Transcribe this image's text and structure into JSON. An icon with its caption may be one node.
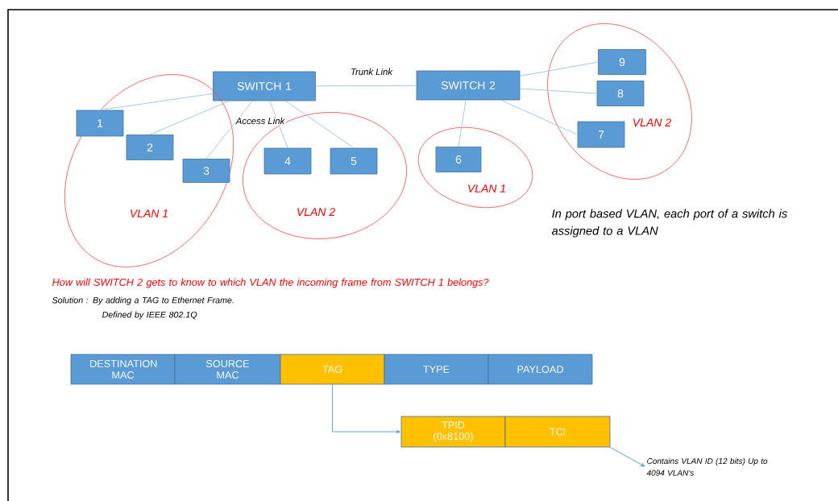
{
  "diagram": {
    "nodes": [
      {
        "text": [
          "SWITCH 1"
        ]
      },
      {
        "text": [
          "SWITCH 2"
        ]
      },
      {
        "text": [
          "VLAN 1"
        ]
      },
      {
        "text": [
          "1"
        ],
        "in": 2
      },
      {
        "text": [
          "2"
        ],
        "in": 2
      },
      {
        "text": [
          "3"
        ],
        "in": 2
      },
      {
        "text": [
          "VLAN 2"
        ]
      },
      {
        "text": [
          "4"
        ],
        "in": 6
      },
      {
        "text": [
          "5"
        ],
        "in": 6
      },
      {
        "text": [
          "VLAN 1"
        ]
      },
      {
        "text": [
          "6"
        ],
        "in": 9
      },
      {
        "text": [
          "VLAN 2"
        ]
      },
      {
        "text": [
          "9"
        ],
        "in": 11
      },
      {
        "text": [
          "8"
        ],
        "in": 11
      },
      {
        "text": [
          "7"
        ],
        "in": 11
      },
      {
        "text": [
          "DESTINATION MAC"
        ]
      },
      {
        "text": [
          "SOURCE MAC"
        ]
      },
      {
        "text": [
          "TAG"
        ]
      },
      {
        "text": [
          "TYPE"
        ]
      },
      {
        "text": [
          "PAYLOAD"
        ]
      },
      {
        "text": [
          "TPID (0x8100)"
        ]
      },
      {
        "text": [
          "TCI"
        ]
      },
      {
        "text": [
          "Contains VLAN ID (12 bits) Up to 4094 VLAN's"
        ]
      }
    ],
    "edges": [
      {
        "from": 0,
        "to": 1,
        "arrow": "none",
        "label": "Trunk Link"
      },
      {
        "from": 0,
        "to": 3,
        "arrow": "none"
      },
      {
        "from": 0,
        "to": 4,
        "arrow": "none"
      },
      {
        "from": 0,
        "to": 5,
        "arrow": "none"
      },
      {
        "from": 0,
        "to": 7,
        "arrow": "none",
        "label": "Access Link"
      },
      {
        "from": 0,
        "to": 8,
        "arrow": "none"
      },
      {
        "from": 1,
        "to": 10,
        "arrow": "none"
      },
      {
        "from": 1,
        "to": 12,
        "arrow": "none"
      },
      {
        "from": 1,
        "to": 13,
        "arrow": "none"
      },
      {
        "from": 1,
        "to": 14,
        "arrow": "none"
      },
      {
        "from": 17,
        "to": 20,
        "arrow": "to"
      },
      {
        "from": 21,
        "to": 22,
        "arrow": "to"
      }
    ],
    "labels": [
      "In port based VLAN, each port of a switch is assigned to a VLAN",
      "How will SWITCH 2 gets to know to which VLAN the incoming frame from SWITCH 1 belongs?",
      "Solution : By adding a TAG to Ethernet Frame.",
      "Defined by IEEE 802.1Q"
    ]
  }
}
